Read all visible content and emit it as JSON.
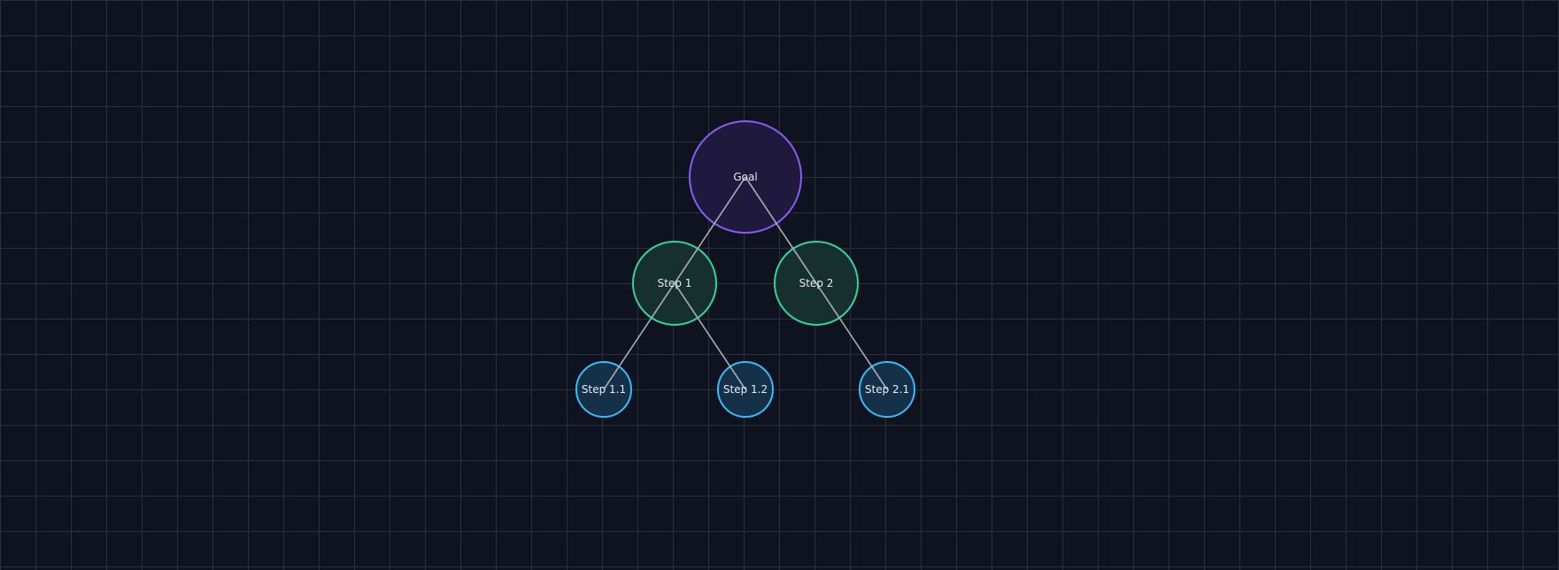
{
  "diagram": {
    "type": "tree",
    "nodes": [
      {
        "id": "goal",
        "label": "Goal",
        "level": 0
      },
      {
        "id": "step-1",
        "label": "Step 1",
        "level": 1
      },
      {
        "id": "step-2",
        "label": "Step 2",
        "level": 1
      },
      {
        "id": "step-1-1",
        "label": "Step 1.1",
        "level": 2
      },
      {
        "id": "step-1-2",
        "label": "Step 1.2",
        "level": 2
      },
      {
        "id": "step-2-1",
        "label": "Step 2.1",
        "level": 2
      }
    ],
    "edges": [
      {
        "from": "goal",
        "to": "step-1"
      },
      {
        "from": "goal",
        "to": "step-2"
      },
      {
        "from": "step-1",
        "to": "step-1-1"
      },
      {
        "from": "step-1",
        "to": "step-1-2"
      },
      {
        "from": "step-2",
        "to": "step-2-1"
      }
    ],
    "colors": {
      "background": "#0f1320",
      "grid": "#2a3040",
      "edge": "#a7abb6",
      "level0_stroke": "#8b5cf6",
      "level0_fill": "#1f1a3d",
      "level1_stroke": "#34d399",
      "level1_fill": "#16302f",
      "level2_stroke": "#38bdf8",
      "level2_fill": "#153049",
      "label": "#e8ebf2"
    }
  }
}
